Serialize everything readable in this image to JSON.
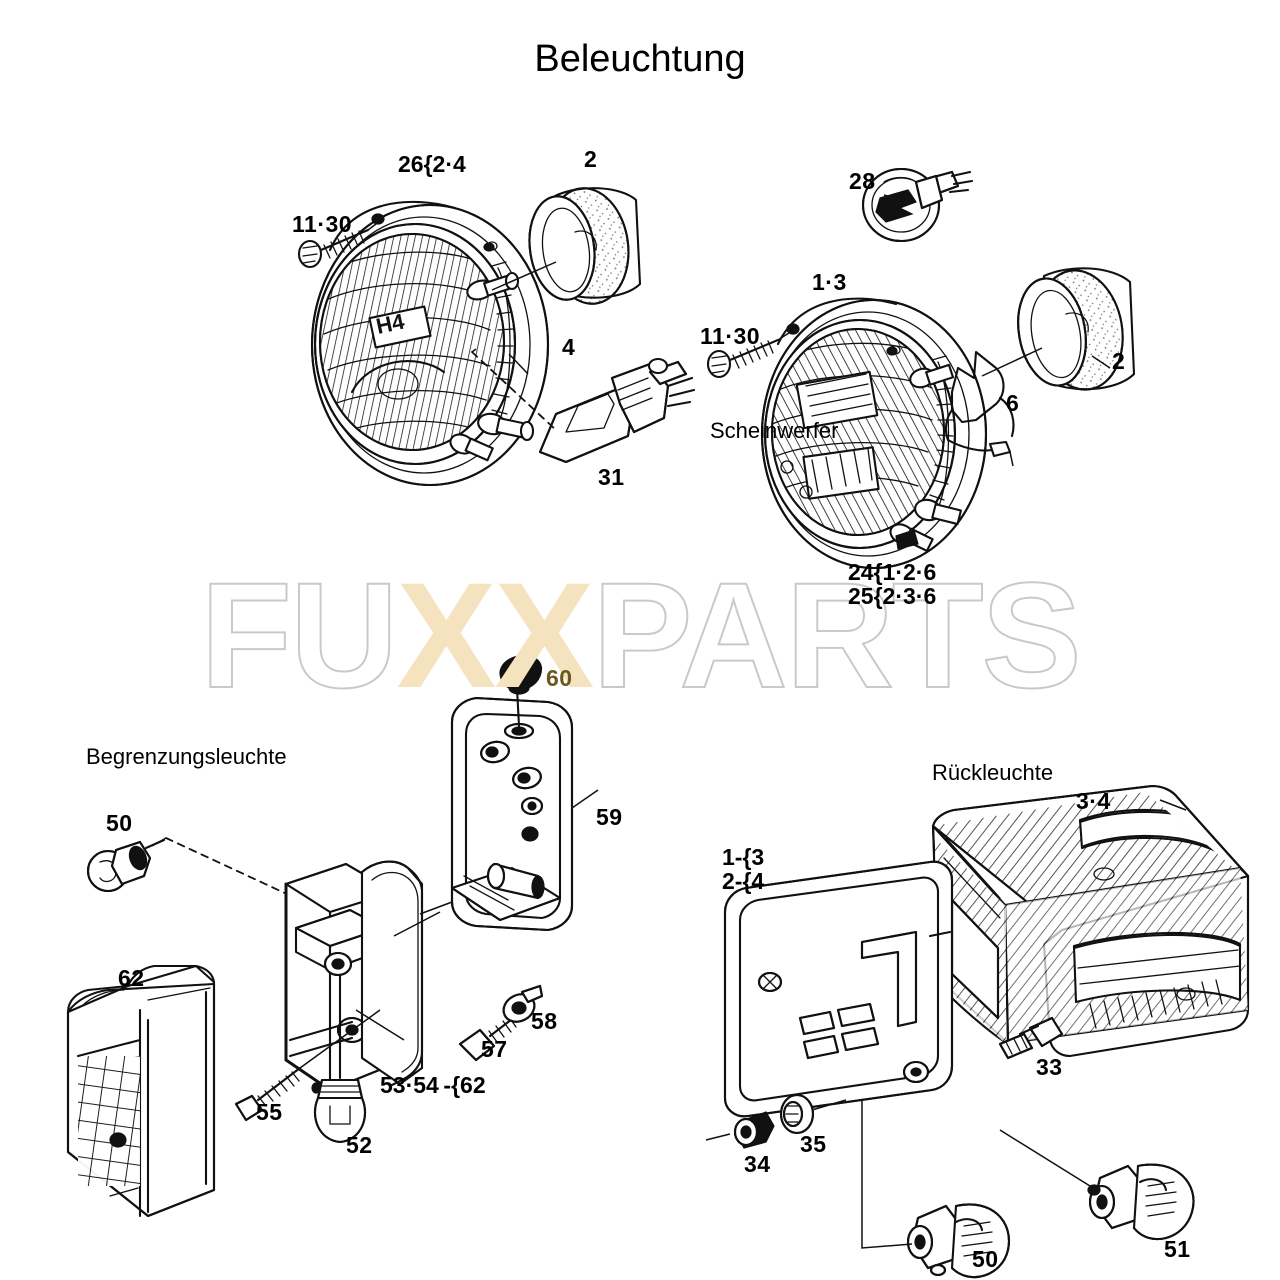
{
  "document": {
    "title": "Beleuchtung",
    "language": "de",
    "type": "spare-parts-exploded-diagram"
  },
  "watermark": {
    "prefix": "FU",
    "accent": "XX",
    "suffix": "PARTS",
    "accent_color": "#f5e3c0",
    "outline_color": "#c9c9c9"
  },
  "sections": [
    {
      "id": "scheinwerfer",
      "label": "Scheinwerfer"
    },
    {
      "id": "begrenzungsleuchte",
      "label": "Begrenzungsleuchte"
    },
    {
      "id": "rueckleuchte",
      "label": "Rückleuchte"
    }
  ],
  "callouts": {
    "headlight_left": [
      {
        "id": "hl-26",
        "text": "26",
        "group": "2·4"
      },
      {
        "id": "hl-1130",
        "text": "11·30"
      },
      {
        "id": "hl-2",
        "text": "2"
      },
      {
        "id": "hl-4",
        "text": "4"
      },
      {
        "id": "hl-31",
        "text": "31"
      }
    ],
    "headlight_right": [
      {
        "id": "hr-28",
        "text": "28"
      },
      {
        "id": "hr-13",
        "text": "1·3"
      },
      {
        "id": "hr-1130",
        "text": "11·30"
      },
      {
        "id": "hr-2",
        "text": "2"
      },
      {
        "id": "hr-6",
        "text": "6"
      },
      {
        "id": "hr-24",
        "text": "24",
        "group": "1·2·6"
      },
      {
        "id": "hr-25",
        "text": "25",
        "group": "2·3·6"
      }
    ],
    "marker_lamp": [
      {
        "id": "ml-50",
        "text": "50"
      },
      {
        "id": "ml-62",
        "text": "62"
      },
      {
        "id": "ml-55",
        "text": "55"
      },
      {
        "id": "ml-52",
        "text": "52"
      },
      {
        "id": "ml-57",
        "text": "57"
      },
      {
        "id": "ml-58",
        "text": "58"
      },
      {
        "id": "ml-59",
        "text": "59"
      },
      {
        "id": "ml-60",
        "text": "60"
      },
      {
        "id": "ml-5354",
        "text": "53·54",
        "group": "62"
      }
    ],
    "tail_lamp": [
      {
        "id": "tl-34",
        "text": "3·4"
      },
      {
        "id": "tl-1",
        "text": "1",
        "group": "3"
      },
      {
        "id": "tl-2",
        "text": "2",
        "group": "4"
      },
      {
        "id": "tl-33",
        "text": "33"
      },
      {
        "id": "tl-34b",
        "text": "34"
      },
      {
        "id": "tl-35",
        "text": "35"
      },
      {
        "id": "tl-50",
        "text": "50"
      },
      {
        "id": "tl-51",
        "text": "51"
      }
    ]
  },
  "markings": {
    "lens_code": "H4"
  }
}
